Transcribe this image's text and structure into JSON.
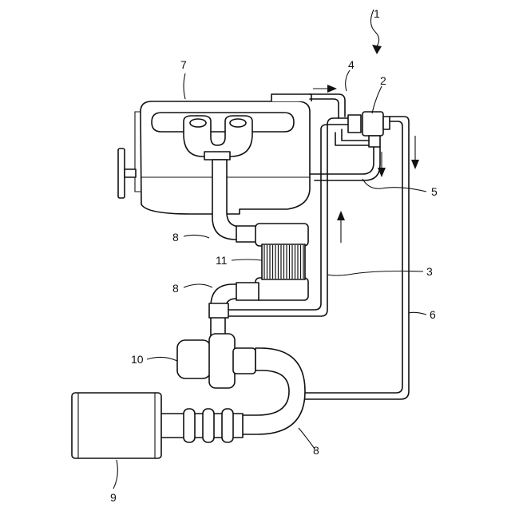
{
  "labels": {
    "system": "1",
    "valve": "2",
    "egr_pipe": "3",
    "branch_pipe": "4",
    "return_pipe": "5",
    "bypass_pipe": "6",
    "engine": "7",
    "duct_upper": "8",
    "duct_middle": "8",
    "duct_lower": "8",
    "air_cleaner": "9",
    "turbocharger": "10",
    "intercooler": "11"
  }
}
